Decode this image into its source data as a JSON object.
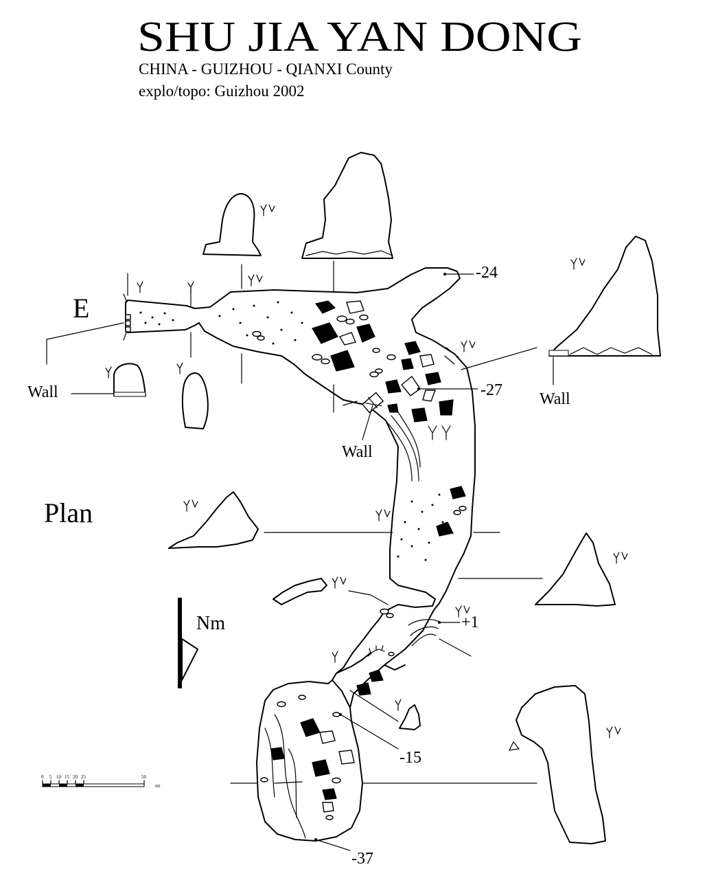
{
  "title": "SHU JIA YAN DONG",
  "subtitle_location": "CHINA - GUIZHOU - QIANXI County",
  "subtitle_survey": "explo/topo: Guizhou 2002",
  "view_label": "Plan",
  "entrance_label": "E",
  "north_label": "Nm",
  "wall_label": "Wall",
  "depths": {
    "d_24": "-24",
    "d_27": "-27",
    "d_plus1": "+1",
    "d_15": "-15",
    "d_37": "-37"
  },
  "scale_bar": {
    "ticks": [
      "0",
      "5",
      "10",
      "15",
      "20",
      "25",
      "50"
    ],
    "unit": "mt"
  }
}
